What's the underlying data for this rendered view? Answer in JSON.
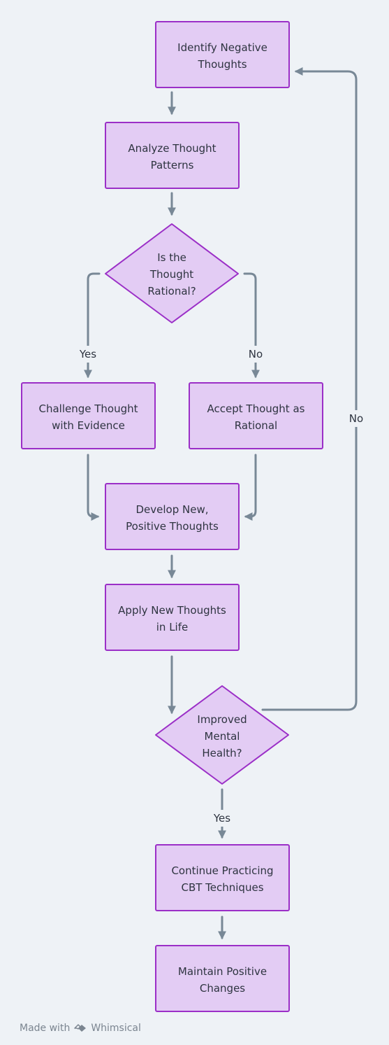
{
  "nodes": {
    "identify": {
      "lines": [
        "Identify Negative",
        "Thoughts"
      ]
    },
    "analyze": {
      "lines": [
        "Analyze Thought",
        "Patterns"
      ]
    },
    "rational_q": {
      "lines": [
        "Is the",
        "Thought",
        "Rational?"
      ]
    },
    "challenge": {
      "lines": [
        "Challenge Thought",
        "with Evidence"
      ]
    },
    "accept": {
      "lines": [
        "Accept Thought as",
        "Rational"
      ]
    },
    "develop": {
      "lines": [
        "Develop New,",
        "Positive Thoughts"
      ]
    },
    "apply": {
      "lines": [
        "Apply New Thoughts",
        "in Life"
      ]
    },
    "improved_q": {
      "lines": [
        "Improved",
        "Mental",
        "Health?"
      ]
    },
    "continue": {
      "lines": [
        "Continue Practicing",
        "CBT Techniques"
      ]
    },
    "maintain": {
      "lines": [
        "Maintain Positive",
        "Changes"
      ]
    }
  },
  "edges": {
    "rational_yes": "Yes",
    "rational_no": "No",
    "improved_no": "No",
    "improved_yes": "Yes"
  },
  "footer": {
    "made_with": "Made with",
    "brand": "Whimsical"
  },
  "colors": {
    "node_fill": "#e3ccf4",
    "node_stroke": "#9b2fc7",
    "edge": "#788896",
    "text": "#2e3440",
    "background": "#eef2f6"
  }
}
